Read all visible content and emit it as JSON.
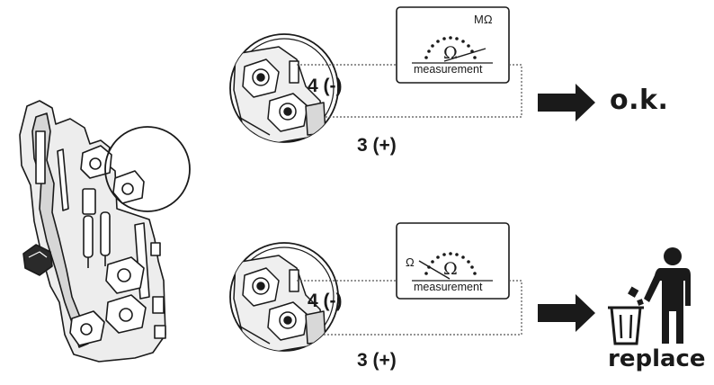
{
  "top": {
    "terminal_minus": "4 (-)",
    "terminal_plus": "3 (+)",
    "meter": {
      "unit": "MΩ",
      "omega": "Ω",
      "label": "measurement"
    },
    "result": "o.k."
  },
  "bottom": {
    "terminal_minus": "4 (-)",
    "terminal_plus": "3 (+)",
    "meter": {
      "unit": "Ω",
      "omega": "Ω",
      "label": "measurement"
    },
    "result": "replace"
  },
  "icons": [
    "arrow-right-icon",
    "trash-bin-icon",
    "person-icon"
  ]
}
